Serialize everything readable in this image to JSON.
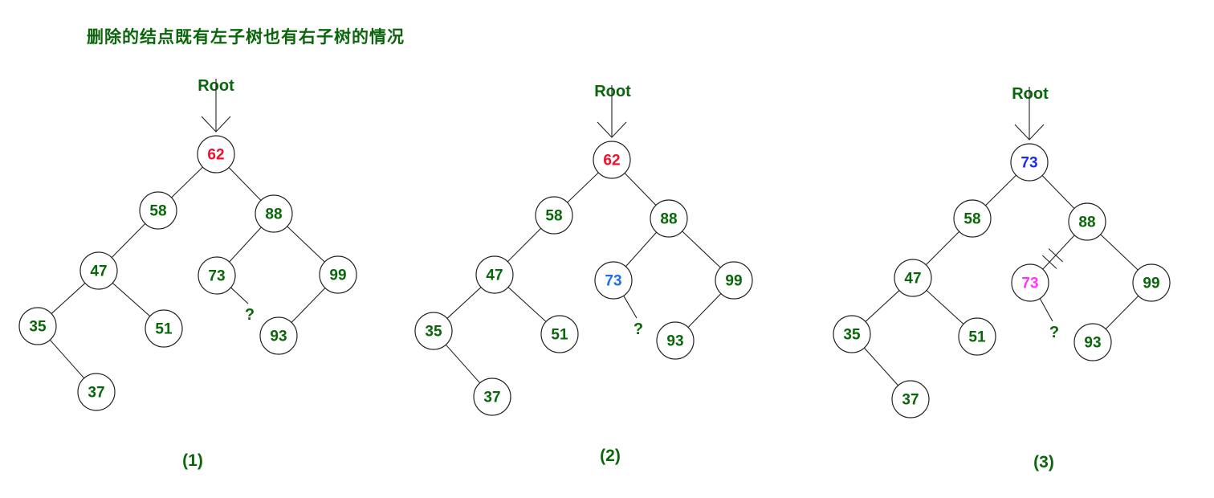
{
  "title": "删除的结点既有左子树也有右子树的情况",
  "colors": {
    "default_text": "#0a660a",
    "deleted_node": "#f0102a",
    "successor_highlight": "#1a6cf0",
    "new_root": "#1a2cf0",
    "moved_node": "#ff33ff",
    "edge": "#222222"
  },
  "trees": [
    {
      "caption": "(1)",
      "root_label": "Root",
      "question_mark": "?",
      "nodes": [
        {
          "id": "n62",
          "value": "62",
          "color": "deleted_node"
        },
        {
          "id": "n58",
          "value": "58",
          "color": "default_text"
        },
        {
          "id": "n88",
          "value": "88",
          "color": "default_text"
        },
        {
          "id": "n47",
          "value": "47",
          "color": "default_text"
        },
        {
          "id": "n73",
          "value": "73",
          "color": "default_text"
        },
        {
          "id": "n99",
          "value": "99",
          "color": "default_text"
        },
        {
          "id": "n35",
          "value": "35",
          "color": "default_text"
        },
        {
          "id": "n51",
          "value": "51",
          "color": "default_text"
        },
        {
          "id": "n93",
          "value": "93",
          "color": "default_text"
        },
        {
          "id": "n37",
          "value": "37",
          "color": "default_text"
        }
      ],
      "edges": [
        [
          "n62",
          "n58"
        ],
        [
          "n62",
          "n88"
        ],
        [
          "n58",
          "n47"
        ],
        [
          "n47",
          "n35"
        ],
        [
          "n47",
          "n51"
        ],
        [
          "n35",
          "n37"
        ],
        [
          "n88",
          "n73"
        ],
        [
          "n88",
          "n99"
        ],
        [
          "n99",
          "n93"
        ]
      ],
      "cut_edge": null
    },
    {
      "caption": "(2)",
      "root_label": "Root",
      "question_mark": "?",
      "nodes": [
        {
          "id": "n62",
          "value": "62",
          "color": "deleted_node"
        },
        {
          "id": "n58",
          "value": "58",
          "color": "default_text"
        },
        {
          "id": "n88",
          "value": "88",
          "color": "default_text"
        },
        {
          "id": "n47",
          "value": "47",
          "color": "default_text"
        },
        {
          "id": "n73",
          "value": "73",
          "color": "successor_highlight"
        },
        {
          "id": "n99",
          "value": "99",
          "color": "default_text"
        },
        {
          "id": "n35",
          "value": "35",
          "color": "default_text"
        },
        {
          "id": "n51",
          "value": "51",
          "color": "default_text"
        },
        {
          "id": "n93",
          "value": "93",
          "color": "default_text"
        },
        {
          "id": "n37",
          "value": "37",
          "color": "default_text"
        }
      ],
      "edges": [
        [
          "n62",
          "n58"
        ],
        [
          "n62",
          "n88"
        ],
        [
          "n58",
          "n47"
        ],
        [
          "n47",
          "n35"
        ],
        [
          "n47",
          "n51"
        ],
        [
          "n35",
          "n37"
        ],
        [
          "n88",
          "n73"
        ],
        [
          "n88",
          "n99"
        ],
        [
          "n99",
          "n93"
        ]
      ],
      "cut_edge": null
    },
    {
      "caption": "(3)",
      "root_label": "Root",
      "question_mark": "?",
      "nodes": [
        {
          "id": "nroot",
          "value": "73",
          "color": "new_root"
        },
        {
          "id": "n58",
          "value": "58",
          "color": "default_text"
        },
        {
          "id": "n88",
          "value": "88",
          "color": "default_text"
        },
        {
          "id": "n47",
          "value": "47",
          "color": "default_text"
        },
        {
          "id": "n73",
          "value": "73",
          "color": "moved_node"
        },
        {
          "id": "n99",
          "value": "99",
          "color": "default_text"
        },
        {
          "id": "n35",
          "value": "35",
          "color": "default_text"
        },
        {
          "id": "n51",
          "value": "51",
          "color": "default_text"
        },
        {
          "id": "n93",
          "value": "93",
          "color": "default_text"
        },
        {
          "id": "n37",
          "value": "37",
          "color": "default_text"
        }
      ],
      "edges": [
        [
          "nroot",
          "n58"
        ],
        [
          "nroot",
          "n88"
        ],
        [
          "n58",
          "n47"
        ],
        [
          "n47",
          "n35"
        ],
        [
          "n47",
          "n51"
        ],
        [
          "n35",
          "n37"
        ],
        [
          "n88",
          "n73"
        ],
        [
          "n88",
          "n99"
        ],
        [
          "n99",
          "n93"
        ]
      ],
      "cut_edge": [
        "n88",
        "n73"
      ]
    }
  ]
}
